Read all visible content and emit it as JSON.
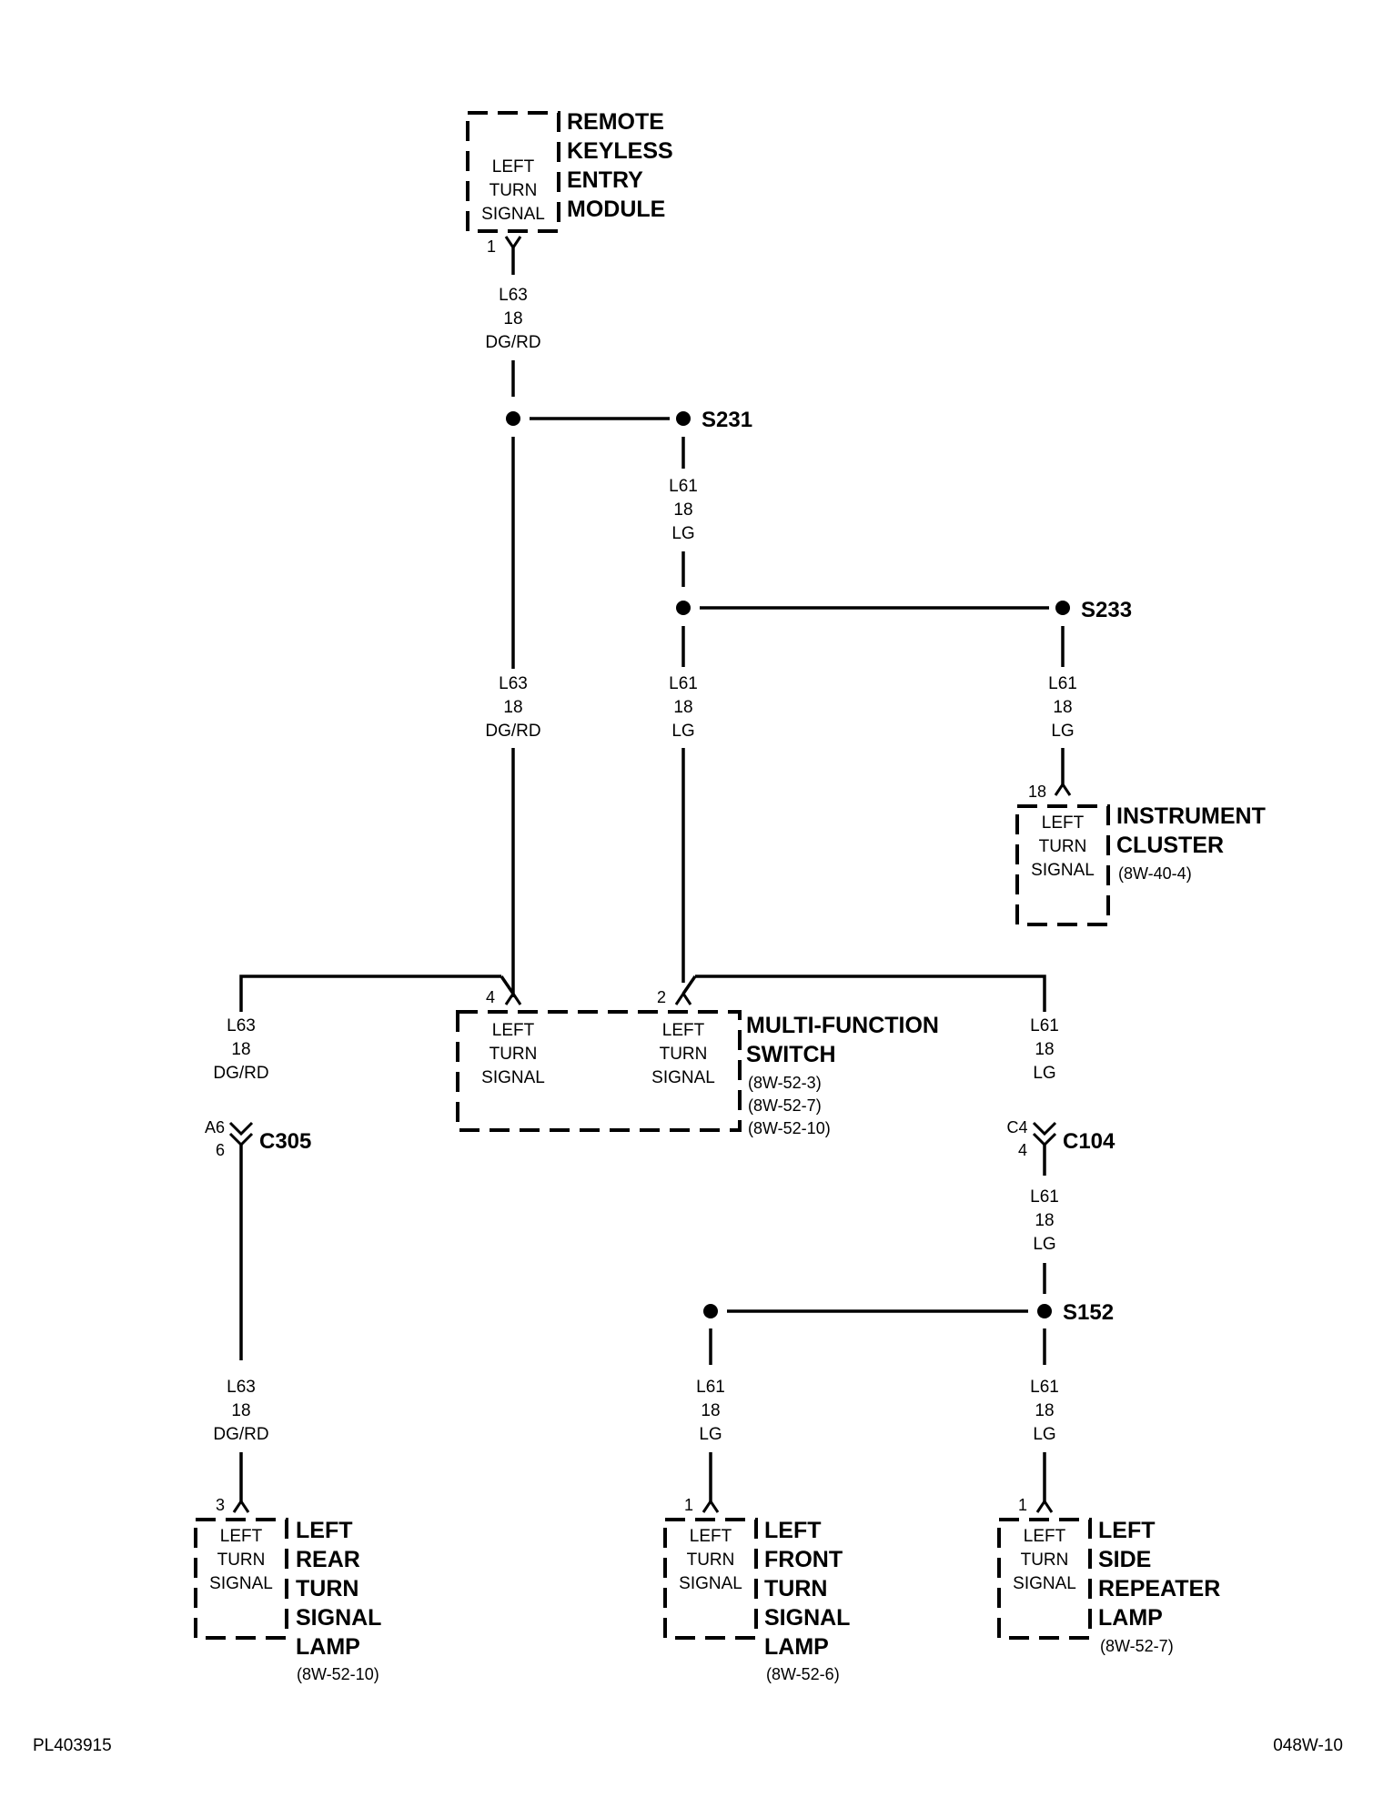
{
  "modules": {
    "rke": {
      "title": [
        "REMOTE",
        "KEYLESS",
        "ENTRY",
        "MODULE"
      ],
      "function": [
        "LEFT",
        "TURN",
        "SIGNAL"
      ],
      "pin": "1"
    },
    "cluster": {
      "title": [
        "INSTRUMENT",
        "CLUSTER"
      ],
      "ref": "(8W-40-4)",
      "function": [
        "LEFT",
        "TURN",
        "SIGNAL"
      ],
      "pin": "18"
    },
    "mfs": {
      "title": [
        "MULTI-FUNCTION",
        "SWITCH"
      ],
      "refs": [
        "(8W-52-3)",
        "(8W-52-7)",
        "(8W-52-10)"
      ],
      "function_a": [
        "LEFT",
        "TURN",
        "SIGNAL"
      ],
      "function_b": [
        "LEFT",
        "TURN",
        "SIGNAL"
      ],
      "pin_a": "4",
      "pin_b": "2"
    },
    "rear": {
      "title": [
        "LEFT",
        "REAR",
        "TURN",
        "SIGNAL",
        "LAMP"
      ],
      "ref": "(8W-52-10)",
      "function": [
        "LEFT",
        "TURN",
        "SIGNAL"
      ],
      "pin": "3"
    },
    "front": {
      "title": [
        "LEFT",
        "FRONT",
        "TURN",
        "SIGNAL",
        "LAMP"
      ],
      "ref": "(8W-52-6)",
      "function": [
        "LEFT",
        "TURN",
        "SIGNAL"
      ],
      "pin": "1"
    },
    "side": {
      "title": [
        "LEFT",
        "SIDE",
        "REPEATER",
        "LAMP"
      ],
      "ref": "(8W-52-7)",
      "function": [
        "LEFT",
        "TURN",
        "SIGNAL"
      ],
      "pin": "1"
    }
  },
  "splices": {
    "s231": "S231",
    "s233": "S233",
    "s152": "S152"
  },
  "connectors": {
    "c305": {
      "name": "C305",
      "pin_top": "A6",
      "pin_bottom": "6"
    },
    "c104": {
      "name": "C104",
      "pin_top": "C4",
      "pin_bottom": "4"
    }
  },
  "wires": {
    "l63": [
      "L63",
      "18",
      "DG/RD"
    ],
    "l61": [
      "L61",
      "18",
      "LG"
    ]
  },
  "footer": {
    "left": "PL403915",
    "right": "048W-10"
  }
}
